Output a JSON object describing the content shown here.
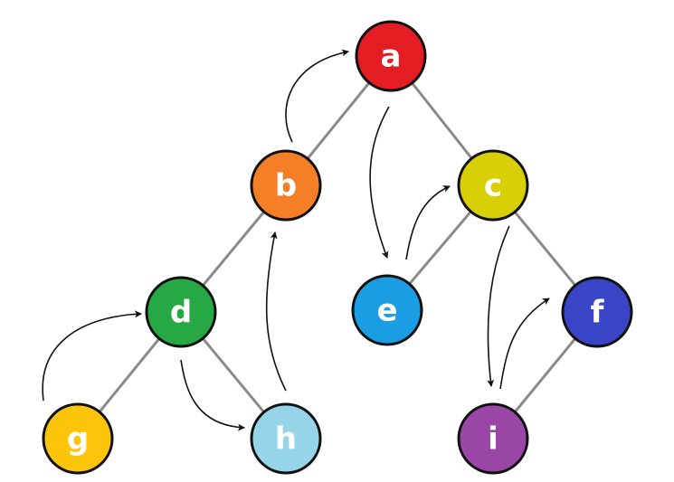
{
  "nodes": [
    {
      "id": "a",
      "label": "a",
      "color": "#e41c24"
    },
    {
      "id": "b",
      "label": "b",
      "color": "#f47f27"
    },
    {
      "id": "c",
      "label": "c",
      "color": "#d9cf06"
    },
    {
      "id": "d",
      "label": "d",
      "color": "#26a944"
    },
    {
      "id": "e",
      "label": "e",
      "color": "#1b9de3"
    },
    {
      "id": "f",
      "label": "f",
      "color": "#3a44c7"
    },
    {
      "id": "g",
      "label": "g",
      "color": "#fcc40a"
    },
    {
      "id": "h",
      "label": "h",
      "color": "#96d4ea"
    },
    {
      "id": "i",
      "label": "i",
      "color": "#9a46a6"
    }
  ],
  "edges": [
    {
      "from": "a",
      "to": "b"
    },
    {
      "from": "a",
      "to": "c"
    },
    {
      "from": "b",
      "to": "d"
    },
    {
      "from": "c",
      "to": "e"
    },
    {
      "from": "c",
      "to": "f"
    },
    {
      "from": "d",
      "to": "g"
    },
    {
      "from": "d",
      "to": "h"
    },
    {
      "from": "f",
      "to": "i"
    }
  ],
  "arrows": [
    {
      "from": "g",
      "to": "d"
    },
    {
      "from": "d",
      "to": "h"
    },
    {
      "from": "h",
      "to": "b"
    },
    {
      "from": "b",
      "to": "a"
    },
    {
      "from": "a",
      "to": "e"
    },
    {
      "from": "e",
      "to": "c"
    },
    {
      "from": "c",
      "to": "i"
    },
    {
      "from": "i",
      "to": "f"
    }
  ],
  "colors": {
    "edge": "#8a8a8a",
    "outline": "#111111",
    "label": "#ffffff",
    "arrow": "#111111"
  }
}
